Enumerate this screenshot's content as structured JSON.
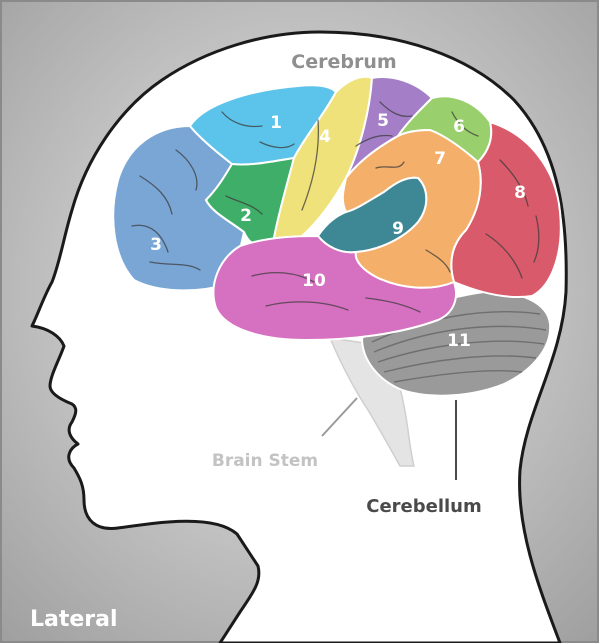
{
  "labels": {
    "cerebrum": "Cerebrum",
    "brain_stem": "Brain Stem",
    "cerebellum": "Cerebellum",
    "view": "Lateral"
  },
  "regions": [
    {
      "number": "1",
      "color": "#5cc4ea"
    },
    {
      "number": "2",
      "color": "#3fae68"
    },
    {
      "number": "3",
      "color": "#7aa6d6"
    },
    {
      "number": "4",
      "color": "#f0e27a"
    },
    {
      "number": "5",
      "color": "#a47fc8"
    },
    {
      "number": "6",
      "color": "#99cf6c"
    },
    {
      "number": "7",
      "color": "#f4b06a"
    },
    {
      "number": "8",
      "color": "#d95a6a"
    },
    {
      "number": "9",
      "color": "#3e8896"
    },
    {
      "number": "10",
      "color": "#d670c0"
    },
    {
      "number": "11",
      "color": "#9a9a9a"
    }
  ],
  "colors": {
    "background": "#bdbdbd",
    "head": "#ffffff",
    "outline": "#1a1a1a",
    "brain_stem": "#e4e4e4"
  }
}
